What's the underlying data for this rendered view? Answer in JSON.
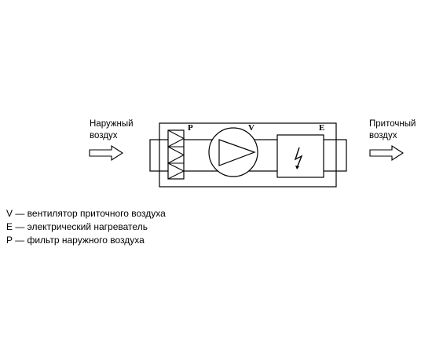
{
  "inlet": {
    "line1": "Наружный",
    "line2": "воздух"
  },
  "outlet": {
    "line1": "Приточный",
    "line2": "воздух"
  },
  "unit": {
    "filter_letter": "P",
    "fan_letter": "V",
    "heater_letter": "E",
    "icon_names": [
      "filter-icon",
      "fan-icon",
      "electric-heater-icon",
      "inlet-arrow-icon",
      "outlet-arrow-icon"
    ]
  },
  "legend": [
    "V — вентилятор приточного воздуха",
    "E — электрический нагреватель",
    "P — фильтр наружного воздуха"
  ],
  "colors": {
    "stroke": "#000000",
    "background": "#ffffff"
  }
}
